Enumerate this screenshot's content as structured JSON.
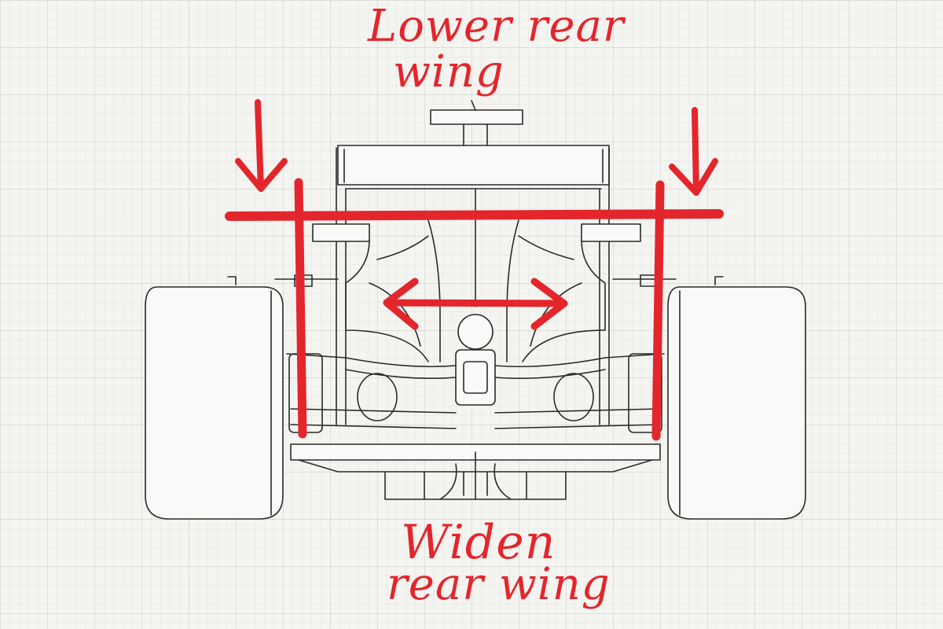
{
  "annotations": {
    "top_label_line1": "Lower rear",
    "top_label_line2": "wing",
    "bottom_label_line1": "Widen",
    "bottom_label_line2": "rear wing"
  },
  "colors": {
    "annotation": "#e3262c",
    "linework": "#2a2a2a",
    "grid_minor": "#e2e2de",
    "grid_major": "#cfcfca",
    "paper": "#f4f4f1"
  }
}
